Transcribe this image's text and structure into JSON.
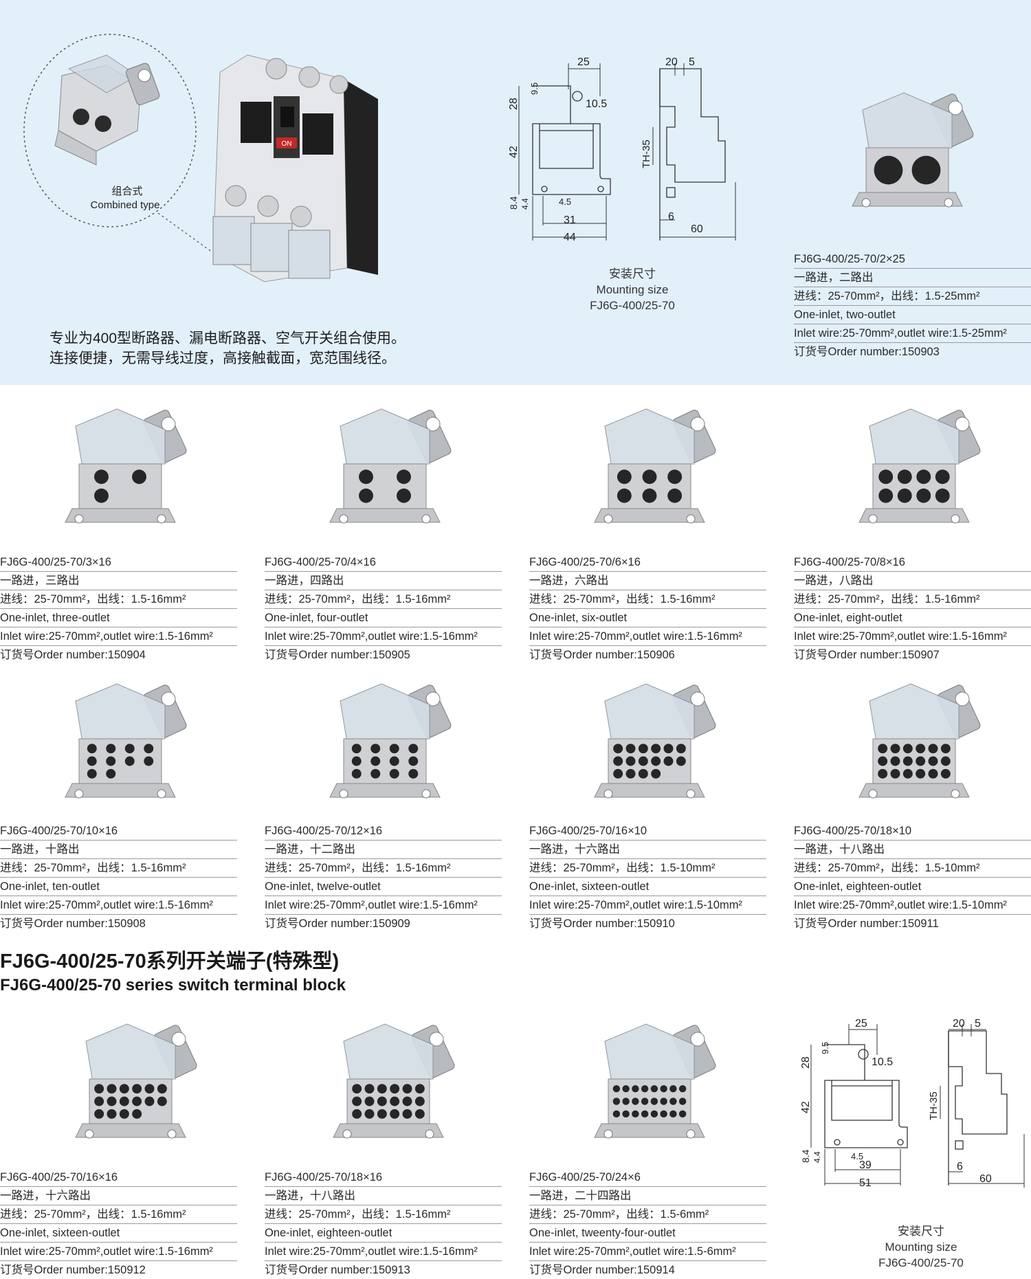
{
  "header": {
    "intro_line1": "专业为400型断路器、漏电断路器、空气开关组合使用。",
    "intro_line2": "连接便捷，无需导线过度，高接触截面，宽范围线径。",
    "combined_cn": "组合式",
    "combined_en": "Combined type",
    "breaker_on_label": "ON"
  },
  "mounting_top": {
    "dims": {
      "d25": "25",
      "d20": "20",
      "d5": "5",
      "d9_5": "9.5",
      "d28": "28",
      "d10_5": "10.5",
      "d42": "42",
      "dth35": "TH-35",
      "d8_4": "8.4",
      "d4_4": "4.4",
      "d4_5": "4.5",
      "d31": "31",
      "d44": "44",
      "d6": "6",
      "d60": "60"
    },
    "caption_cn": "安装尺寸",
    "caption_en": "Mounting size",
    "caption_model": "FJ6G-400/25-70"
  },
  "mounting_bottom": {
    "dims": {
      "d25": "25",
      "d20": "20",
      "d5": "5",
      "d9_5": "9.5",
      "d28": "28",
      "d10_5": "10.5",
      "d42": "42",
      "dth35": "TH-35",
      "d8_4": "8.4",
      "d4_4": "4.4",
      "d4_5": "4.5",
      "d39": "39",
      "d51": "51",
      "d6": "6",
      "d60": "60"
    },
    "caption_cn": "安装尺寸",
    "caption_en": "Mounting size",
    "caption_model": "FJ6G-400/25-70"
  },
  "series": {
    "title_cn": "FJ6G-400/25-70系列开关端子(特殊型)",
    "title_en": "FJ6G-400/25-70 series switch terminal block"
  },
  "products": [
    {
      "model": "FJ6G-400/25-70/2×25",
      "cn": "一路进，二路出",
      "wire_cn": "进线：25-70mm²，出线：1.5-25mm²",
      "en": "One-inlet, two-outlet",
      "wire_en": "Inlet wire:25-70mm²,outlet wire:1.5-25mm²",
      "order": "订货号Order number:150903"
    },
    {
      "model": "FJ6G-400/25-70/3×16",
      "cn": "一路进，三路出",
      "wire_cn": "进线：25-70mm²，出线：1.5-16mm²",
      "en": "One-inlet, three-outlet",
      "wire_en": "Inlet wire:25-70mm²,outlet wire:1.5-16mm²",
      "order": "订货号Order number:150904"
    },
    {
      "model": "FJ6G-400/25-70/4×16",
      "cn": "一路进，四路出",
      "wire_cn": "进线：25-70mm²，出线：1.5-16mm²",
      "en": "One-inlet, four-outlet",
      "wire_en": "Inlet wire:25-70mm²,outlet wire:1.5-16mm²",
      "order": "订货号Order number:150905"
    },
    {
      "model": "FJ6G-400/25-70/6×16",
      "cn": "一路进，六路出",
      "wire_cn": "进线：25-70mm²，出线：1.5-16mm²",
      "en": "One-inlet, six-outlet",
      "wire_en": "Inlet wire:25-70mm²,outlet wire:1.5-16mm²",
      "order": "订货号Order number:150906"
    },
    {
      "model": "FJ6G-400/25-70/8×16",
      "cn": "一路进，八路出",
      "wire_cn": "进线：25-70mm²，出线：1.5-16mm²",
      "en": "One-inlet, eight-outlet",
      "wire_en": "Inlet wire:25-70mm²,outlet wire:1.5-16mm²",
      "order": "订货号Order number:150907"
    },
    {
      "model": "FJ6G-400/25-70/10×16",
      "cn": "一路进，十路出",
      "wire_cn": "进线：25-70mm²，出线：1.5-16mm²",
      "en": "One-inlet, ten-outlet",
      "wire_en": "Inlet wire:25-70mm²,outlet wire:1.5-16mm²",
      "order": "订货号Order number:150908"
    },
    {
      "model": "FJ6G-400/25-70/12×16",
      "cn": "一路进，十二路出",
      "wire_cn": "进线：25-70mm²，出线：1.5-16mm²",
      "en": "One-inlet, twelve-outlet",
      "wire_en": "Inlet wire:25-70mm²,outlet wire:1.5-16mm²",
      "order": "订货号Order number:150909"
    },
    {
      "model": "FJ6G-400/25-70/16×10",
      "cn": "一路进，十六路出",
      "wire_cn": "进线：25-70mm²，出线：1.5-10mm²",
      "en": "One-inlet, sixteen-outlet",
      "wire_en": "Inlet wire:25-70mm²,outlet wire:1.5-10mm²",
      "order": "订货号Order number:150910"
    },
    {
      "model": "FJ6G-400/25-70/18×10",
      "cn": "一路进，十八路出",
      "wire_cn": "进线：25-70mm²，出线：1.5-10mm²",
      "en": "One-inlet, eighteen-outlet",
      "wire_en": "Inlet wire:25-70mm²,outlet wire:1.5-10mm²",
      "order": "订货号Order number:150911"
    },
    {
      "model": "FJ6G-400/25-70/16×16",
      "cn": "一路进，十六路出",
      "wire_cn": "进线：25-70mm²，出线：1.5-16mm²",
      "en": "One-inlet, sixteen-outlet",
      "wire_en": "Inlet wire:25-70mm²,outlet wire:1.5-16mm²",
      "order": "订货号Order number:150912"
    },
    {
      "model": "FJ6G-400/25-70/18×16",
      "cn": "一路进，十八路出",
      "wire_cn": "进线：25-70mm²，出线：1.5-16mm²",
      "en": "One-inlet, eighteen-outlet",
      "wire_en": "Inlet wire:25-70mm²,outlet wire:1.5-16mm²",
      "order": "订货号Order number:150913"
    },
    {
      "model": "FJ6G-400/25-70/24×6",
      "cn": "一路进，二十四路出",
      "wire_cn": "进线：25-70mm²，出线：1.5-6mm²",
      "en": "One-inlet, tweenty-four-outlet",
      "wire_en": "Inlet wire:25-70mm²,outlet wire:1.5-6mm²",
      "order": "订货号Order number:150914"
    }
  ]
}
